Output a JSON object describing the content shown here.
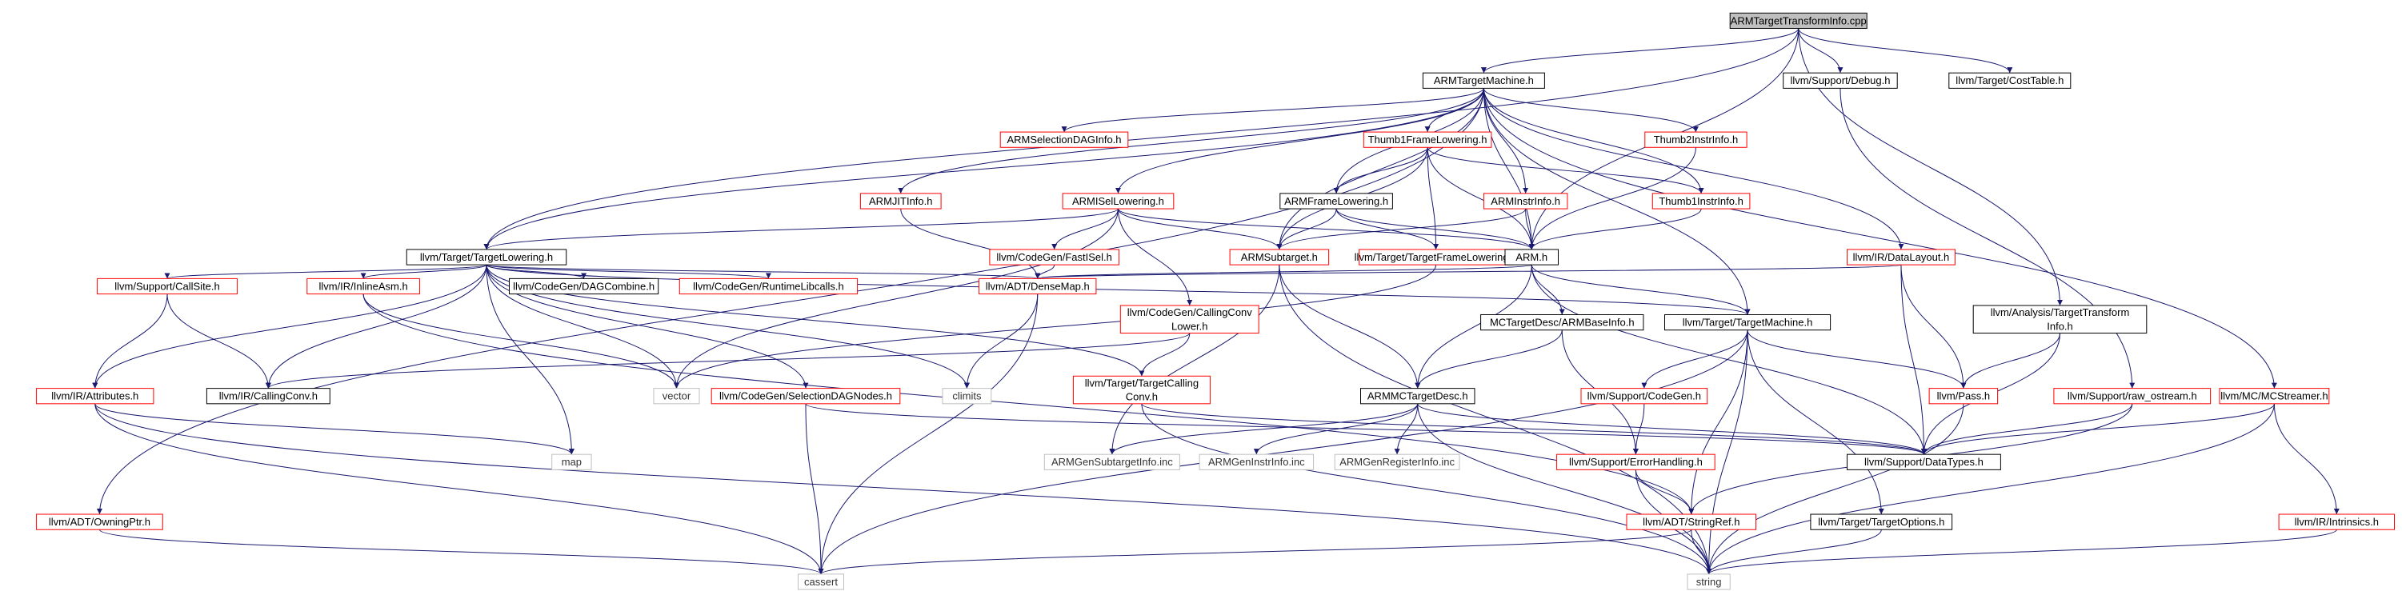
{
  "colors": {
    "root_fill": "#bfbfbf",
    "root_border": "#000000",
    "doc_border": "#000000",
    "undoc_border": "#ff0000",
    "nodoc_border": "#bfbfbf",
    "text_default": "#000000",
    "text_missing": "#333333",
    "edge": "#191970"
  },
  "nodes": [
    {
      "id": "root",
      "label": "ARMTargetTransformInfo.cpp",
      "kind": "root"
    },
    {
      "id": "tm",
      "label": "ARMTargetMachine.h",
      "kind": "doc"
    },
    {
      "id": "debug",
      "label": "llvm/Support/Debug.h",
      "kind": "doc"
    },
    {
      "id": "costtable",
      "label": "llvm/Target/CostTable.h",
      "kind": "doc"
    },
    {
      "id": "seldag",
      "label": "ARMSelectionDAGInfo.h",
      "kind": "undoc"
    },
    {
      "id": "t1fl",
      "label": "Thumb1FrameLowering.h",
      "kind": "undoc"
    },
    {
      "id": "t2ii",
      "label": "Thumb2InstrInfo.h",
      "kind": "undoc"
    },
    {
      "id": "jit",
      "label": "ARMJITInfo.h",
      "kind": "undoc"
    },
    {
      "id": "isel",
      "label": "ARMISelLowering.h",
      "kind": "undoc"
    },
    {
      "id": "armfl",
      "label": "ARMFrameLowering.h",
      "kind": "doc"
    },
    {
      "id": "armii",
      "label": "ARMInstrInfo.h",
      "kind": "undoc"
    },
    {
      "id": "t1ii",
      "label": "Thumb1InstrInfo.h",
      "kind": "undoc"
    },
    {
      "id": "dl",
      "label": "llvm/IR/DataLayout.h",
      "kind": "undoc"
    },
    {
      "id": "ttl",
      "label": "llvm/Target/TargetLowering.h",
      "kind": "doc"
    },
    {
      "id": "fastisel",
      "label": "llvm/CodeGen/FastISel.h",
      "kind": "undoc"
    },
    {
      "id": "sub",
      "label": "ARMSubtarget.h",
      "kind": "undoc"
    },
    {
      "id": "tfl",
      "label": "llvm/Target/TargetFrameLowering.h",
      "kind": "undoc"
    },
    {
      "id": "armh",
      "label": "ARM.h",
      "kind": "doc"
    },
    {
      "id": "tti",
      "label": "llvm/Analysis/TargetTransform\nInfo.h",
      "kind": "doc"
    },
    {
      "id": "callsite",
      "label": "llvm/Support/CallSite.h",
      "kind": "undoc"
    },
    {
      "id": "inlineasm",
      "label": "llvm/IR/InlineAsm.h",
      "kind": "undoc"
    },
    {
      "id": "dagcomb",
      "label": "llvm/CodeGen/DAGCombine.h",
      "kind": "doc"
    },
    {
      "id": "rtlib",
      "label": "llvm/CodeGen/RuntimeLibcalls.h",
      "kind": "undoc"
    },
    {
      "id": "densemap",
      "label": "llvm/ADT/DenseMap.h",
      "kind": "undoc"
    },
    {
      "id": "ccl",
      "label": "llvm/CodeGen/CallingConv\nLower.h",
      "kind": "undoc"
    },
    {
      "id": "abi",
      "label": "MCTargetDesc/ARMBaseInfo.h",
      "kind": "doc"
    },
    {
      "id": "ttm",
      "label": "llvm/Target/TargetMachine.h",
      "kind": "doc"
    },
    {
      "id": "attrs",
      "label": "llvm/IR/Attributes.h",
      "kind": "undoc"
    },
    {
      "id": "cconv",
      "label": "llvm/IR/CallingConv.h",
      "kind": "doc"
    },
    {
      "id": "vector",
      "label": "vector",
      "kind": "nodoc"
    },
    {
      "id": "climits",
      "label": "climits",
      "kind": "nodoc"
    },
    {
      "id": "seldagn",
      "label": "llvm/CodeGen/SelectionDAGNodes.h",
      "kind": "undoc"
    },
    {
      "id": "tcc",
      "label": "llvm/Target/TargetCalling\nConv.h",
      "kind": "undoc"
    },
    {
      "id": "mctd",
      "label": "ARMMCTargetDesc.h",
      "kind": "doc"
    },
    {
      "id": "scodegen",
      "label": "llvm/Support/CodeGen.h",
      "kind": "undoc"
    },
    {
      "id": "pass",
      "label": "llvm/Pass.h",
      "kind": "undoc"
    },
    {
      "id": "rawos",
      "label": "llvm/Support/raw_ostream.h",
      "kind": "undoc"
    },
    {
      "id": "mcs",
      "label": "llvm/MC/MCStreamer.h",
      "kind": "undoc"
    },
    {
      "id": "map",
      "label": "map",
      "kind": "nodoc"
    },
    {
      "id": "gsub",
      "label": "ARMGenSubtargetInfo.inc",
      "kind": "nodoc"
    },
    {
      "id": "ginstr",
      "label": "ARMGenInstrInfo.inc",
      "kind": "nodoc"
    },
    {
      "id": "greg",
      "label": "ARMGenRegisterInfo.inc",
      "kind": "nodoc"
    },
    {
      "id": "datatypes",
      "label": "llvm/Support/DataTypes.h",
      "kind": "doc"
    },
    {
      "id": "errh",
      "label": "llvm/Support/ErrorHandling.h",
      "kind": "undoc"
    },
    {
      "id": "owning",
      "label": "llvm/ADT/OwningPtr.h",
      "kind": "undoc"
    },
    {
      "id": "stringref",
      "label": "llvm/ADT/StringRef.h",
      "kind": "undoc"
    },
    {
      "id": "topts",
      "label": "llvm/Target/TargetOptions.h",
      "kind": "doc"
    },
    {
      "id": "intr",
      "label": "llvm/IR/Intrinsics.h",
      "kind": "undoc"
    },
    {
      "id": "cassert",
      "label": "cassert",
      "kind": "nodoc"
    },
    {
      "id": "string",
      "label": "string",
      "kind": "nodoc"
    }
  ],
  "edges": [
    [
      "root",
      "tm"
    ],
    [
      "root",
      "debug"
    ],
    [
      "root",
      "costtable"
    ],
    [
      "root",
      "armh"
    ],
    [
      "root",
      "tti"
    ],
    [
      "root",
      "ttl"
    ],
    [
      "tm",
      "seldag"
    ],
    [
      "tm",
      "t1fl"
    ],
    [
      "tm",
      "t2ii"
    ],
    [
      "tm",
      "jit"
    ],
    [
      "tm",
      "isel"
    ],
    [
      "tm",
      "armfl"
    ],
    [
      "tm",
      "armii"
    ],
    [
      "tm",
      "t1ii"
    ],
    [
      "tm",
      "dl"
    ],
    [
      "tm",
      "sub"
    ],
    [
      "tm",
      "armh"
    ],
    [
      "tm",
      "ttm"
    ],
    [
      "tm",
      "ttl"
    ],
    [
      "tm",
      "mcs"
    ],
    [
      "tm",
      "owning"
    ],
    [
      "debug",
      "rawos"
    ],
    [
      "t1fl",
      "armfl"
    ],
    [
      "t1fl",
      "t1ii"
    ],
    [
      "t1fl",
      "sub"
    ],
    [
      "t1fl",
      "tfl"
    ],
    [
      "t1fl",
      "armh"
    ],
    [
      "t2ii",
      "armh"
    ],
    [
      "t1ii",
      "armh"
    ],
    [
      "jit",
      "densemap"
    ],
    [
      "isel",
      "ttl"
    ],
    [
      "isel",
      "fastisel"
    ],
    [
      "isel",
      "sub"
    ],
    [
      "isel",
      "armh"
    ],
    [
      "isel",
      "ccl"
    ],
    [
      "isel",
      "vector"
    ],
    [
      "armfl",
      "armh"
    ],
    [
      "armfl",
      "sub"
    ],
    [
      "armfl",
      "tfl"
    ],
    [
      "armii",
      "armh"
    ],
    [
      "armii",
      "sub"
    ],
    [
      "dl",
      "pass"
    ],
    [
      "dl",
      "datatypes"
    ],
    [
      "dl",
      "densemap"
    ],
    [
      "ttl",
      "callsite"
    ],
    [
      "ttl",
      "inlineasm"
    ],
    [
      "ttl",
      "dagcomb"
    ],
    [
      "ttl",
      "rtlib"
    ],
    [
      "ttl",
      "densemap"
    ],
    [
      "ttl",
      "attrs"
    ],
    [
      "ttl",
      "cconv"
    ],
    [
      "ttl",
      "map"
    ],
    [
      "ttl",
      "vector"
    ],
    [
      "ttl",
      "climits"
    ],
    [
      "ttl",
      "seldagn"
    ],
    [
      "ttl",
      "tcc"
    ],
    [
      "ttl",
      "ttm"
    ],
    [
      "fastisel",
      "densemap"
    ],
    [
      "sub",
      "mctd"
    ],
    [
      "sub",
      "gsub"
    ],
    [
      "sub",
      "string"
    ],
    [
      "tfl",
      "vector"
    ],
    [
      "armh",
      "abi"
    ],
    [
      "armh",
      "mctd"
    ],
    [
      "armh",
      "ttm"
    ],
    [
      "armh",
      "datatypes"
    ],
    [
      "armh",
      "densemap"
    ],
    [
      "tti",
      "pass"
    ],
    [
      "tti",
      "datatypes"
    ],
    [
      "callsite",
      "attrs"
    ],
    [
      "callsite",
      "cconv"
    ],
    [
      "inlineasm",
      "vector"
    ],
    [
      "inlineasm",
      "stringref"
    ],
    [
      "densemap",
      "climits"
    ],
    [
      "densemap",
      "cassert"
    ],
    [
      "ccl",
      "tcc"
    ],
    [
      "ccl",
      "cconv"
    ],
    [
      "abi",
      "mctd"
    ],
    [
      "abi",
      "errh"
    ],
    [
      "ttm",
      "pass"
    ],
    [
      "ttm",
      "scodegen"
    ],
    [
      "ttm",
      "stringref"
    ],
    [
      "ttm",
      "topts"
    ],
    [
      "ttm",
      "string"
    ],
    [
      "ttm",
      "cassert"
    ],
    [
      "attrs",
      "map"
    ],
    [
      "attrs",
      "cassert"
    ],
    [
      "attrs",
      "string"
    ],
    [
      "seldagn",
      "cassert"
    ],
    [
      "seldagn",
      "datatypes"
    ],
    [
      "tcc",
      "datatypes"
    ],
    [
      "tcc",
      "string"
    ],
    [
      "mctd",
      "gsub"
    ],
    [
      "mctd",
      "ginstr"
    ],
    [
      "mctd",
      "greg"
    ],
    [
      "mctd",
      "datatypes"
    ],
    [
      "mctd",
      "string"
    ],
    [
      "scodegen",
      "errh"
    ],
    [
      "pass",
      "string"
    ],
    [
      "rawos",
      "datatypes"
    ],
    [
      "rawos",
      "stringref"
    ],
    [
      "mcs",
      "datatypes"
    ],
    [
      "mcs",
      "string"
    ],
    [
      "mcs",
      "intr"
    ],
    [
      "errh",
      "stringref"
    ],
    [
      "errh",
      "string"
    ],
    [
      "owning",
      "cassert"
    ],
    [
      "stringref",
      "cassert"
    ],
    [
      "stringref",
      "string"
    ],
    [
      "topts",
      "string"
    ],
    [
      "intr",
      "string"
    ]
  ]
}
